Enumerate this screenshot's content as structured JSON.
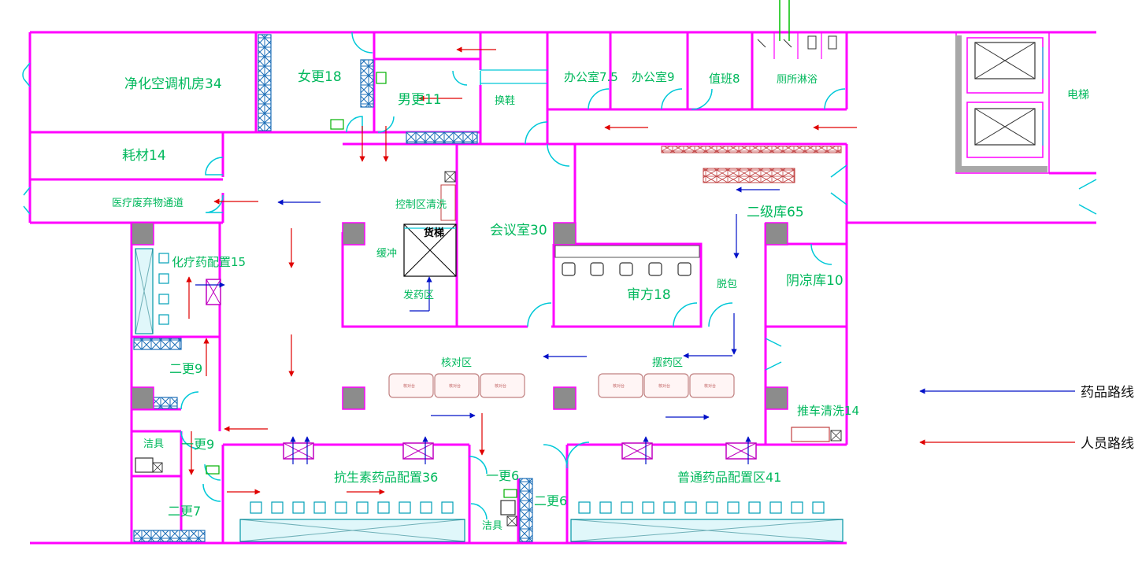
{
  "rooms": {
    "purification_ac_room": "净化空调机房34",
    "female_change": "女更18",
    "male_change": "男更11",
    "shoe_change": "换鞋",
    "office_75": "办公室7.5",
    "office_9": "办公室9",
    "duty_room": "值班8",
    "toilet_shower": "厕所淋浴",
    "elevator": "电梯",
    "consumables": "耗材14",
    "medical_waste_passage": "医疗废弃物通道",
    "control_area_cleaning": "控制区清洗",
    "freight_elevator": "货梯",
    "buffer": "缓冲",
    "dispensing_area": "发药区",
    "meeting_room": "会议室30",
    "secondary_storage": "二级库65",
    "unpacking": "脱包",
    "cool_storage": "阴凉库10",
    "prescription_review": "审方18",
    "chemo_prep": "化疗药配置15",
    "second_change_9a": "二更9",
    "checking_area": "核对区",
    "drug_placement_area": "摆药区",
    "cart_cleaning": "推车清洗14",
    "cleaning_tools_left": "洁具",
    "first_change_9": "一更9",
    "second_change_7": "二更7",
    "antibiotic_prep": "抗生素药品配置36",
    "first_change_6": "一更6",
    "second_change_6": "二更6",
    "cleaning_tools_mid": "洁具",
    "general_drug_prep": "普通药品配置区41"
  },
  "legend": {
    "drug_route": "药品路线",
    "personnel_route": "人员路线",
    "drug_route_color": "#0010c8",
    "personnel_route_color": "#e00000"
  },
  "table_tag": "核对台",
  "wall_color": "#ff00ff",
  "label_color": "#00b85c"
}
